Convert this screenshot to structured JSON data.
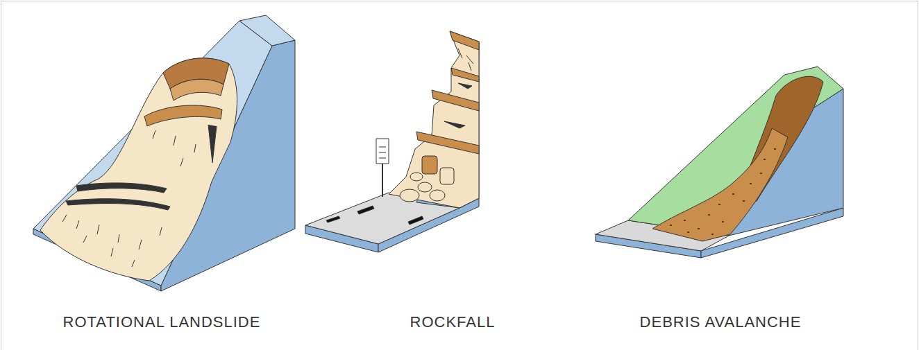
{
  "diagram": {
    "labels": [
      "ROTATIONAL LANDSLIDE",
      "ROCKFALL",
      "DEBRIS AVALANCHE"
    ]
  }
}
